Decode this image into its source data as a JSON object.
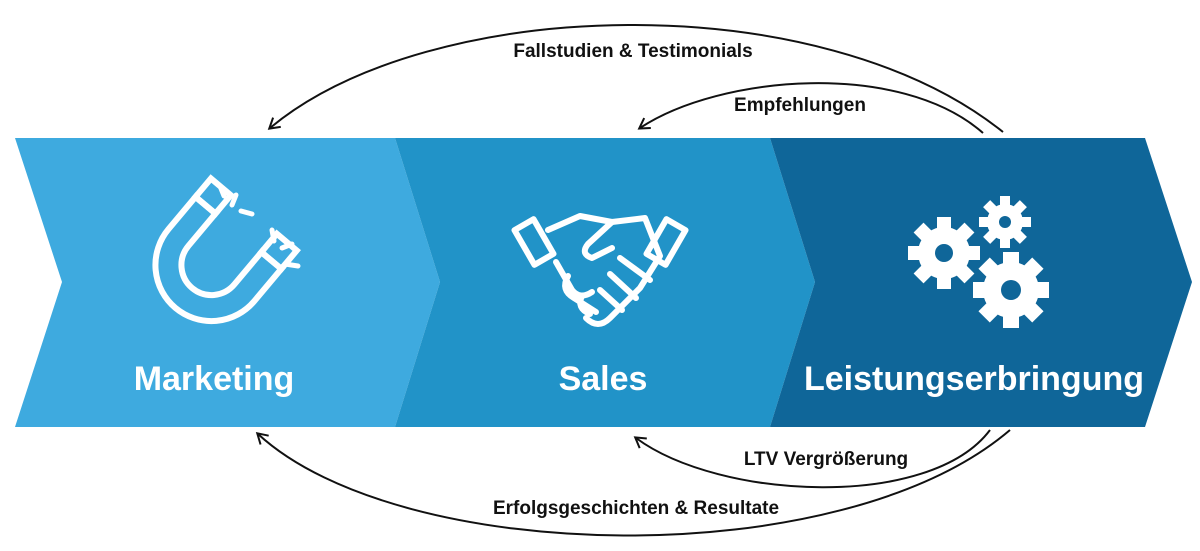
{
  "stages": [
    {
      "label": "Marketing",
      "icon": "magnet-icon",
      "color": "#3EAADF"
    },
    {
      "label": "Sales",
      "icon": "handshake-icon",
      "color": "#2193C8"
    },
    {
      "label": "Leistungserbringung",
      "icon": "gears-icon",
      "color": "#0F6699"
    }
  ],
  "feedback_arrows": {
    "top_outer": "Fallstudien & Testimonials",
    "top_inner": "Empfehlungen",
    "bottom_inner": "LTV Vergrößerung",
    "bottom_outer": "Erfolgsgeschichten & Resultate"
  }
}
